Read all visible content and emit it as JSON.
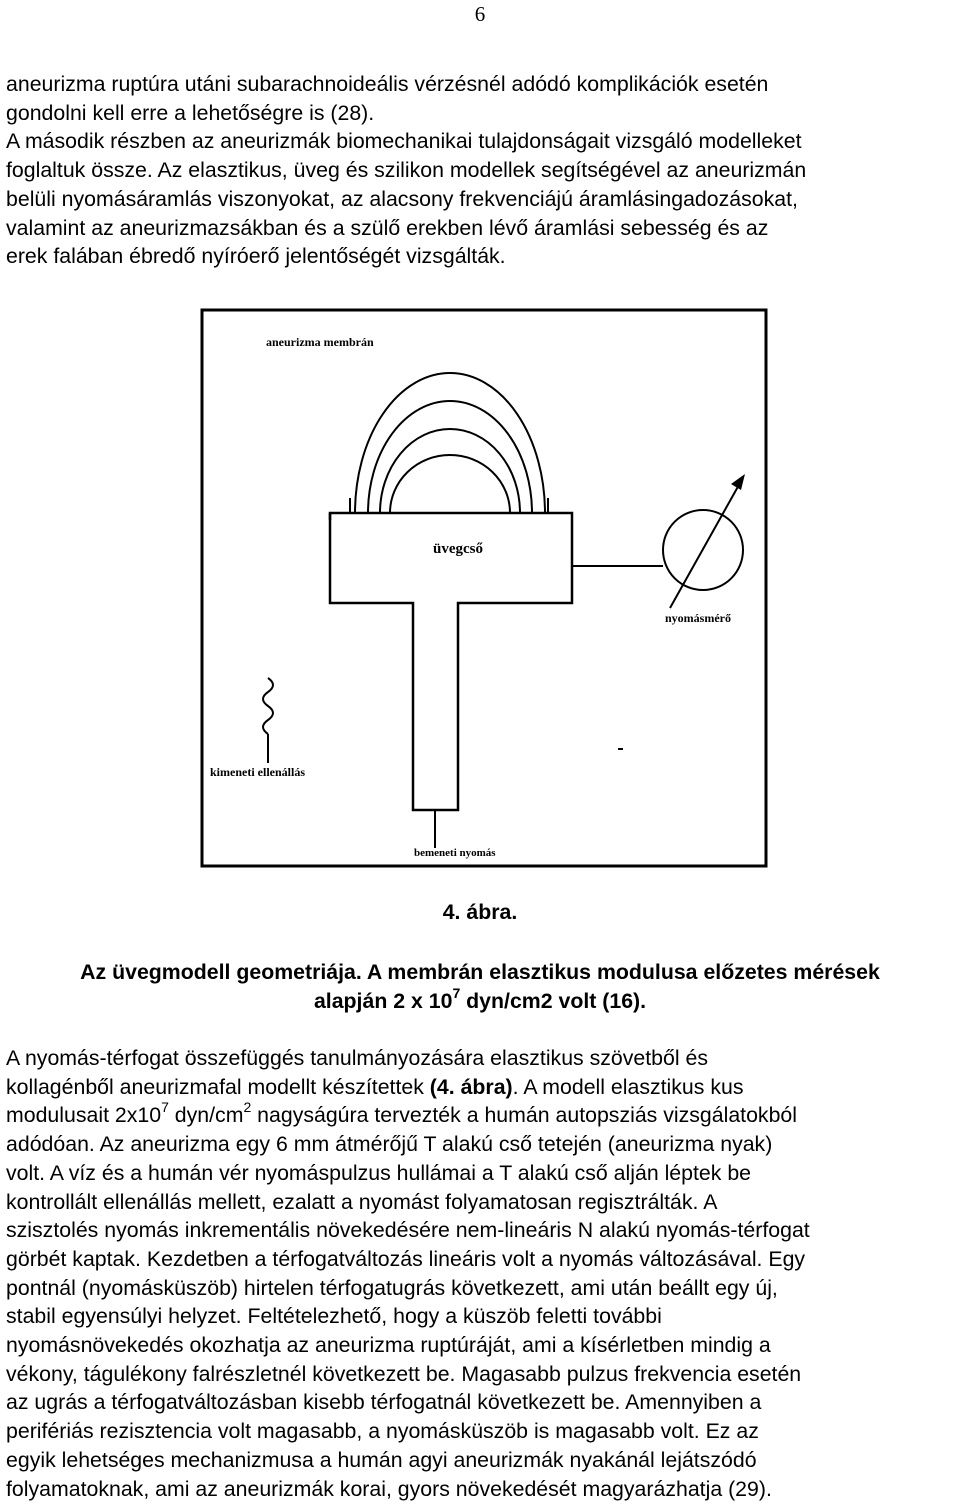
{
  "page": {
    "number": "6"
  },
  "paragraph1": {
    "lines": [
      "aneurizma ruptúra utáni subarachnoideális vérzésnél adódó komplikációk esetén",
      "gondolni kell erre a lehetőségre is (28).",
      "A második részben az aneurizmák biomechanikai tulajdonságait vizsgáló modelleket",
      "foglaltuk össze. Az elasztikus, üveg és szilikon modellek segítségével az aneurizmán",
      "belüli nyomásáramlás viszonyokat, az alacsony frekvenciájú áramlásingadozásokat,",
      "valamint az aneurizmazsákban és a szülő erekben lévő áramlási sebesség és az",
      "erek falában ébredő nyíróerő jelentőségét vizsgálták."
    ]
  },
  "figure": {
    "labels": {
      "membrane": "aneurizma membrán",
      "glass_tube": "üvegcső",
      "pressure_gauge": "nyomásmérő",
      "outlet_resistance": "kimeneti ellenállás",
      "inlet_pressure": "bemeneti nyomás"
    },
    "number_label": "4. ábra."
  },
  "caption": {
    "line1": "Az üvegmodell geometriája. A membrán elasztikus modulusa előzetes mérések",
    "line2_pre": "alapján 2 x 10",
    "line2_sup": "7",
    "line2_post": " dyn/cm2 volt (16)."
  },
  "paragraph2": {
    "l1": "A nyomás-térfogat összefüggés tanulmányozására elasztikus szövetből és",
    "l2_pre": "kollagénből aneurizmafal modellt készítettek ",
    "l2_bold": "(4. ábra)",
    "l2_post": ". A modell elasztikus kus",
    "l3_a": "modulusait 2x10",
    "l3_sup1": "7",
    "l3_b": " dyn/cm",
    "l3_sup2": "2",
    "l3_c": " nagyságúra tervezték a humán autopsziás vizsgálatokból",
    "l4": "adódóan. Az aneurizma egy 6 mm átmérőjű T alakú cső tetején (aneurizma nyak)",
    "l5": "volt. A víz és a humán vér nyomáspulzus hullámai a T alakú cső alján léptek be",
    "l6": "kontrollált ellenállás mellett, ezalatt a nyomást folyamatosan regisztrálták. A",
    "l7": "szisztolés nyomás inkrementális növekedésére nem-lineáris N alakú nyomás-térfogat",
    "l8": "görbét kaptak. Kezdetben a térfogatváltozás lineáris volt a nyomás változásával. Egy",
    "l9": "pontnál (nyomásküszöb) hirtelen térfogatugrás következett, ami után beállt egy új,",
    "l10": "stabil egyensúlyi helyzet. Feltételezhető, hogy a küszöb feletti további",
    "l11": "nyomásnövekedés okozhatja az aneurizma ruptúráját, ami a kísérletben mindig a",
    "l12": "vékony, tágulékony falrészletnél következett be. Magasabb pulzus frekvencia esetén",
    "l13": "az ugrás a térfogatváltozásban kisebb térfogatnál következett be. Amennyiben a",
    "l14": "perifériás rezisztencia volt magasabb, a nyomásküszöb is magasabb volt. Ez az",
    "l15": "egyik lehetséges mechanizmusa a humán agyi aneurizmák nyakánál lejátszódó",
    "l16": "folyamatoknak, ami az aneurizmák korai, gyors növekedését magyarázhatja (29)."
  }
}
